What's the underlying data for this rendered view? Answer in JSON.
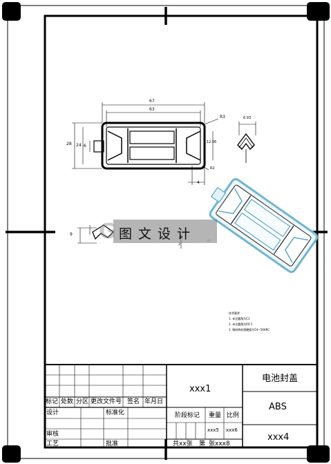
{
  "title_block": {
    "drawing_number": "xxx1",
    "part_name": "电池封盖",
    "material": "ABS",
    "company": "xxx4",
    "weight_value": "xxx5",
    "scale_value": "xxx6",
    "sheets": "共xx张",
    "sheet_no": "第",
    "sheet_no_value": "张xxx8",
    "labels": {
      "mark": "标记",
      "count": "处数",
      "zone": "分区",
      "change_doc": "更改文件号",
      "signature": "签名",
      "date": "年月日",
      "design": "设计",
      "standardize": "标准化",
      "review": "审核",
      "process": "工艺",
      "approve": "批准",
      "stage_mark": "阶段标记",
      "weight": "重量",
      "scale": "比例"
    }
  },
  "dimensions": {
    "d67": "67",
    "d63": "63",
    "d28": "28",
    "d24": "24",
    "d6": "6",
    "d12": "12.06",
    "d4": "4",
    "dR3": "R3",
    "dR2": "R2",
    "d693": "6.93",
    "d9": "9",
    "d2": "2"
  },
  "notes": {
    "heading": "技术要求",
    "lines": [
      "1. 未注圆角为C1",
      "2. 未注圆角为R0.5",
      "3. 钢材热处理硬度为54~58HRC"
    ]
  },
  "watermark": {
    "text": "图文设计",
    "url": "m"
  }
}
